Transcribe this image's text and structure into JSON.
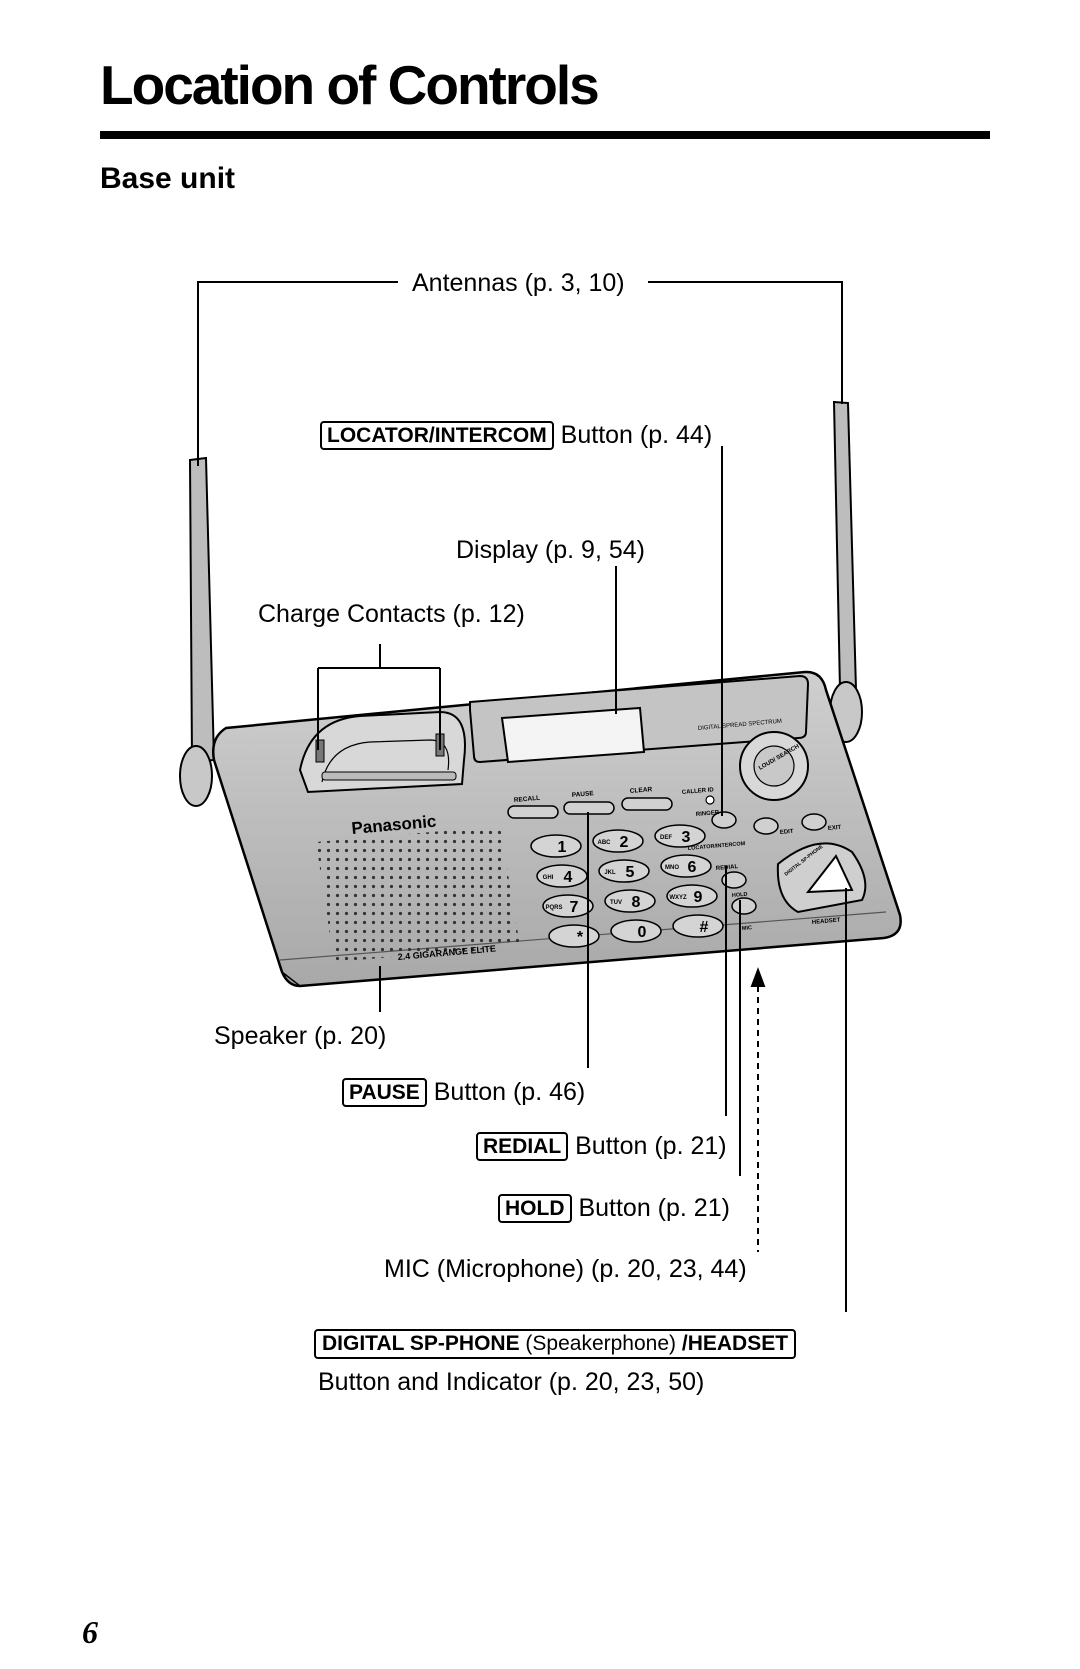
{
  "page": {
    "title": "Location of Controls",
    "subtitle": "Base unit",
    "page_number": "6"
  },
  "labels": {
    "antennas": "Antennas (p. 3, 10)",
    "locator_key": "LOCATOR/INTERCOM",
    "locator_text": "Button (p. 44)",
    "display": "Display (p. 9, 54)",
    "charge_contacts": "Charge Contacts (p. 12)",
    "speaker": "Speaker (p. 20)",
    "pause_key": "PAUSE",
    "pause_text": "Button (p. 46)",
    "redial_key": "REDIAL",
    "redial_text": "Button (p. 21)",
    "hold_key": "HOLD",
    "hold_text": "Button (p. 21)",
    "mic": "MIC (Microphone) (p. 20, 23, 44)",
    "digital_key_part1": "DIGITAL SP-PHONE",
    "digital_key_part2": "(Speakerphone)",
    "digital_key_part3": "/HEADSET",
    "digital_text": "Button and Indicator (p. 20, 23, 50)"
  },
  "device": {
    "brand": "Panasonic",
    "badge": "2.4 GIGARANGE ELITE",
    "spectrum": "DIGITAL SPREAD SPECTRUM",
    "recall": "RECALL",
    "pause": "PAUSE",
    "clear": "CLEAR",
    "caller_id": "CALLER ID",
    "ringer": "RINGER",
    "locator": "LOCATOR/INTERCOM",
    "edit": "EDIT",
    "exit": "EXIT",
    "redial": "REDIAL",
    "hold": "HOLD",
    "mic": "MIC",
    "headset": "HEADSET",
    "digital_sp": "DIGITAL SP-PHONE",
    "loud_search": "LOUD/ SEARCH",
    "keys": [
      "1",
      "2",
      "3",
      "4",
      "5",
      "6",
      "7",
      "8",
      "9",
      "*",
      "0",
      "#"
    ],
    "key_letters": [
      "",
      "ABC",
      "DEF",
      "GHI",
      "JKL",
      "MNO",
      "PQRS",
      "TUV",
      "WXYZ",
      "",
      "",
      ""
    ]
  }
}
